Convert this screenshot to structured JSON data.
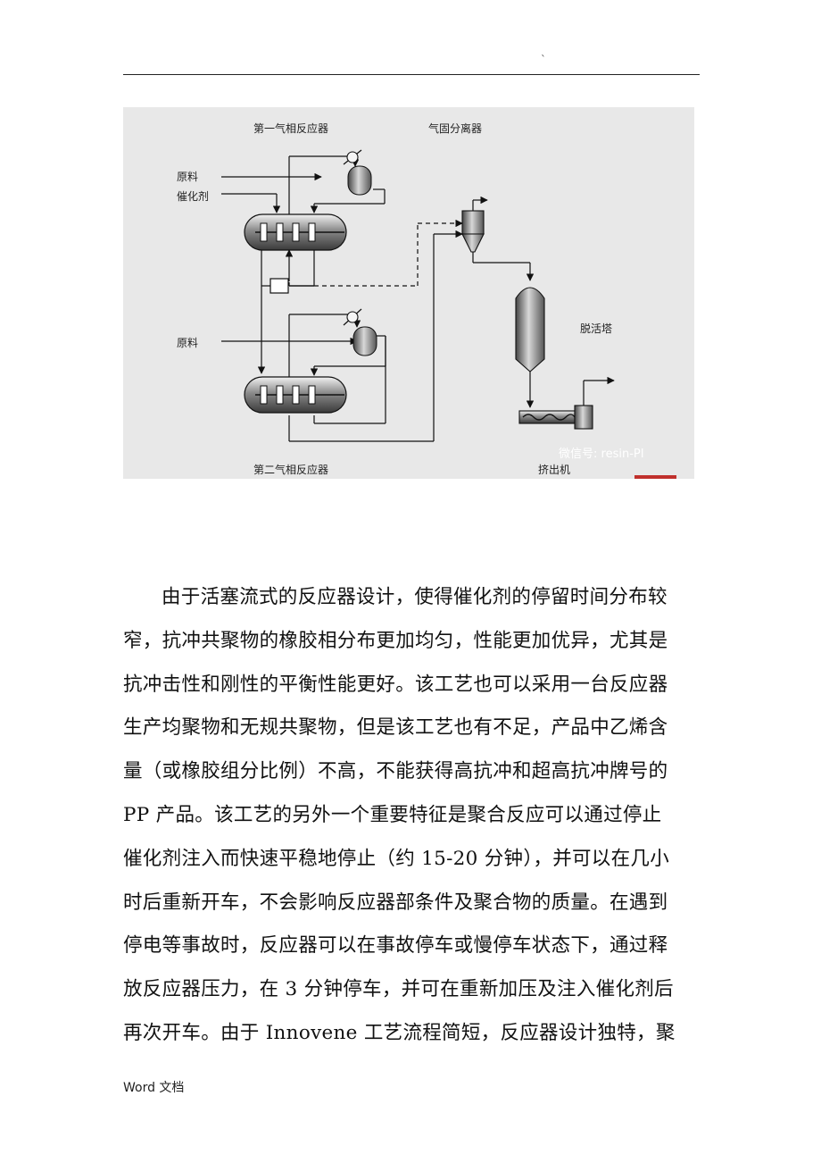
{
  "header": {
    "mark": "`"
  },
  "figure": {
    "labels": {
      "reactor1": "第一气相反应器",
      "separator": "气固分离器",
      "raw1": "原料",
      "catalyst": "催化剂",
      "raw2": "原料",
      "deactivator": "脱活塔",
      "reactor2": "第二气相反应器",
      "extruder": "挤出机",
      "watermark": "微信号: resin-PI"
    }
  },
  "body": {
    "lines": [
      "由于活塞流式的反应器设计，使得催化剂的停留时间分布较",
      "窄，抗冲共聚物的橡胶相分布更加均匀，性能更加优异，尤其是",
      "抗冲击性和刚性的平衡性能更好。该工艺也可以采用一台反应器",
      "生产均聚物和无规共聚物，但是该工艺也有不足，产品中乙烯含",
      "量（或橡胶组分比例）不高，不能获得高抗冲和超高抗冲牌号的",
      "PP 产品。该工艺的另外一个重要特征是聚合反应可以通过停止",
      "催化剂注入而快速平稳地停止（约 15-20 分钟），并可以在几小",
      "时后重新开车，不会影响反应器部条件及聚合物的质量。在遇到",
      "停电等事故时，反应器可以在事故停车或慢停车状态下，通过释",
      "放反应器压力，在 3 分钟停车，并可在重新加压及注入催化剂后",
      "再次开车。由于 Innovene 工艺流程简短，反应器设计独特，聚"
    ]
  },
  "footer": {
    "label": "Word 文档"
  }
}
